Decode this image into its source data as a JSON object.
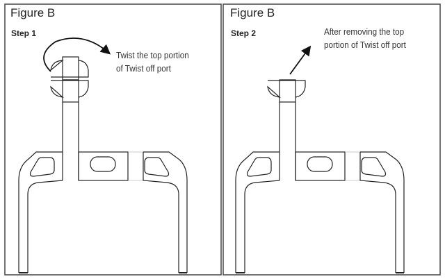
{
  "panels": [
    {
      "title": "Figure B",
      "step": "Step 1",
      "note_lines": [
        "Twist the top portion",
        "of Twist off port"
      ]
    },
    {
      "title": "Figure B",
      "step": "Step 2",
      "note_lines": [
        "After removing the top",
        "portion of Twist off port"
      ]
    }
  ]
}
